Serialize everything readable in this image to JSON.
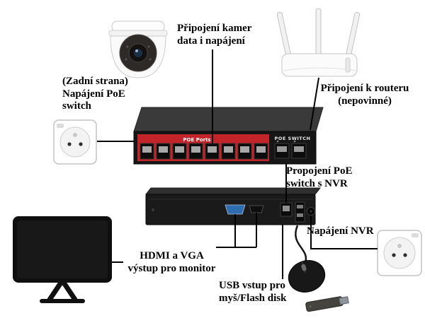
{
  "labels": {
    "camera_connection": "Připojení kamer\ndata i napájení",
    "switch_power": "(Zadní strana)\nNapájení PoE\nswitch",
    "router_connection": "Připojení k routeru\n(nepovinné)",
    "switch_to_nvr": "Propojení PoE\nswitch s NVR",
    "nvr_power": "Napájení NVR",
    "monitor_output": "HDMI a VGA\nvýstup pro monitor",
    "usb_input": "USB vstup pro\nmyš/Flash disk"
  },
  "poe_switch": {
    "ports_label": "POE Ports",
    "name": "POE SWITCH",
    "poe_port_count": 8,
    "uplink_port_count": 2
  },
  "colors": {
    "background": "#ffffff",
    "connection_line": "#000000",
    "switch_body": "#161616",
    "switch_port_panel": "#c2242a",
    "vga_connector": "#2e6cb0",
    "device_white": "#fbfbfb"
  }
}
